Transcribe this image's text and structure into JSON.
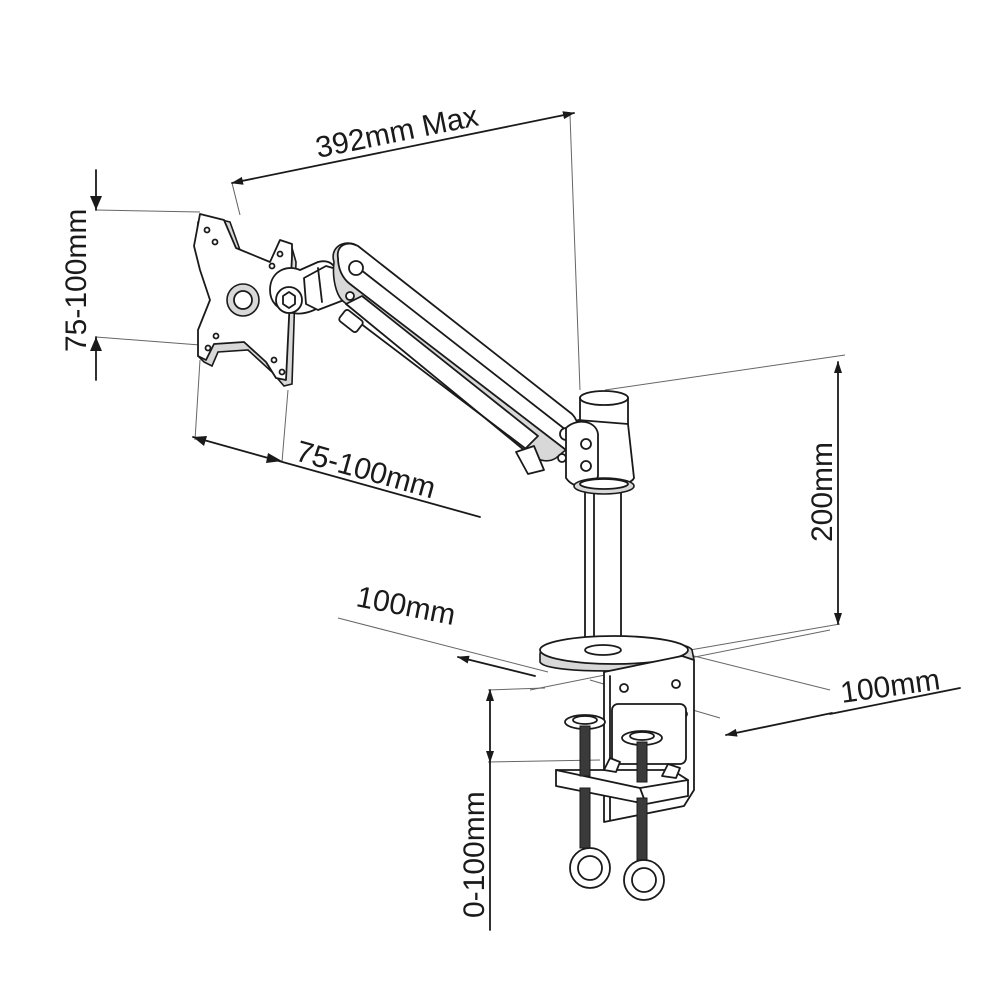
{
  "dimensions": {
    "arm_reach": "392mm Max",
    "vesa_vertical": "75-100mm",
    "vesa_horizontal": "75-100mm",
    "pole_height": "200mm",
    "clamp_depth": "100mm",
    "clamp_width": "100mm",
    "desk_thickness": "0-100mm"
  },
  "colors": {
    "line": "#1a1a1a",
    "shade": "#d8d8d8",
    "background": "#ffffff"
  }
}
